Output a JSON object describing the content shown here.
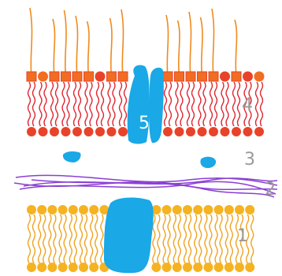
{
  "labels": {
    "one": "1",
    "two": "2",
    "three": "3",
    "four": "4",
    "five": "5"
  },
  "colors": {
    "outer_tail": "#f08a1e",
    "outer_head_red": "#e8432a",
    "outer_head_square": "#f06d22",
    "inner_tail_red": "#e0252f",
    "inner_head": "#f5b321",
    "inner_tail_orange": "#f0a21f",
    "protein": "#1aa8e6",
    "fiber": "#8a3fd4",
    "label_gray": "#9a9a9a",
    "label_white": "#ffffff"
  }
}
